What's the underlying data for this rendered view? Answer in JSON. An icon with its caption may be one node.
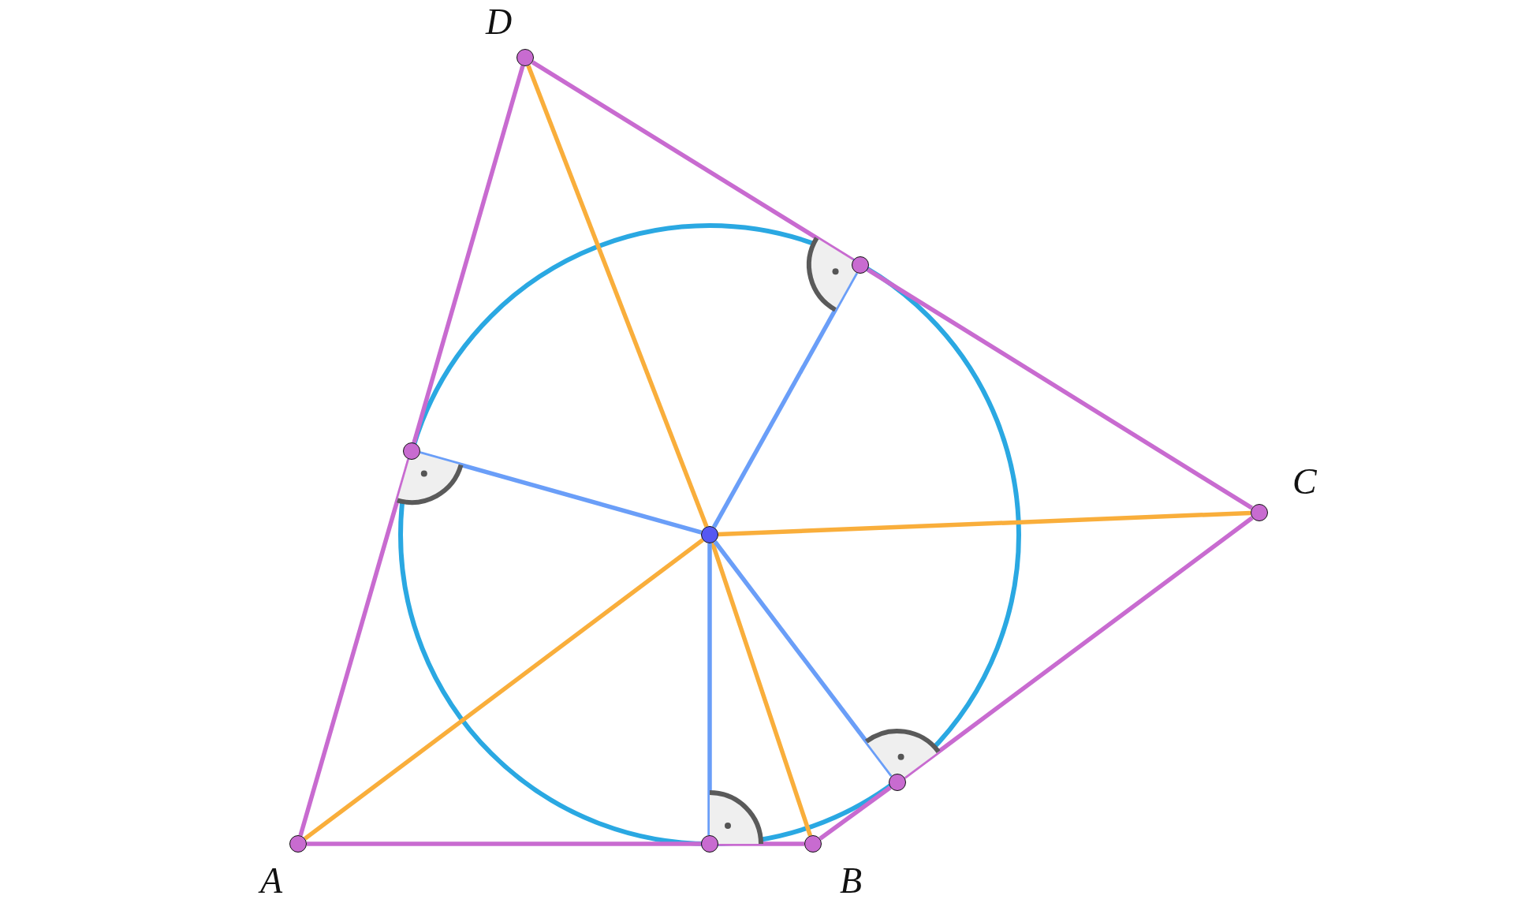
{
  "diagram": {
    "nodes": [
      {
        "text": [
          "D"
        ]
      },
      {
        "text": [],
        "shape": "circle"
      },
      {
        "text": [],
        "shape": "circle"
      },
      {
        "text": [
          "C"
        ]
      },
      {
        "text": [],
        "shape": "circle"
      },
      {
        "text": [],
        "shape": "circle"
      },
      {
        "text": [
          "A"
        ]
      },
      {
        "text": [],
        "shape": "circle"
      },
      {
        "text": [
          "B"
        ]
      }
    ],
    "edges": [
      {
        "from": 6,
        "to": 7,
        "arrow": "none"
      },
      {
        "from": 7,
        "to": 8,
        "arrow": "none"
      },
      {
        "from": 8,
        "to": 5,
        "arrow": "none"
      },
      {
        "from": 5,
        "to": 3,
        "arrow": "none"
      },
      {
        "from": 3,
        "to": 1,
        "arrow": "none"
      },
      {
        "from": 1,
        "to": 0,
        "arrow": "none"
      },
      {
        "from": 0,
        "to": 2,
        "arrow": "none"
      },
      {
        "from": 2,
        "to": 6,
        "arrow": "none"
      },
      {
        "from": 4,
        "to": 6,
        "arrow": "none",
        "color": "#f9ae3b"
      },
      {
        "from": 4,
        "to": 8,
        "arrow": "none",
        "color": "#f9ae3b"
      },
      {
        "from": 4,
        "to": 3,
        "arrow": "none",
        "color": "#f9ae3b"
      },
      {
        "from": 4,
        "to": 0,
        "arrow": "none",
        "color": "#f9ae3b"
      },
      {
        "from": 4,
        "to": 1,
        "arrow": "none",
        "color": "#6a9ef8"
      },
      {
        "from": 4,
        "to": 2,
        "arrow": "none",
        "color": "#6a9ef8"
      },
      {
        "from": 4,
        "to": 5,
        "arrow": "none",
        "color": "#6a9ef8"
      },
      {
        "from": 4,
        "to": 7,
        "arrow": "none",
        "color": "#6a9ef8"
      }
    ]
  }
}
